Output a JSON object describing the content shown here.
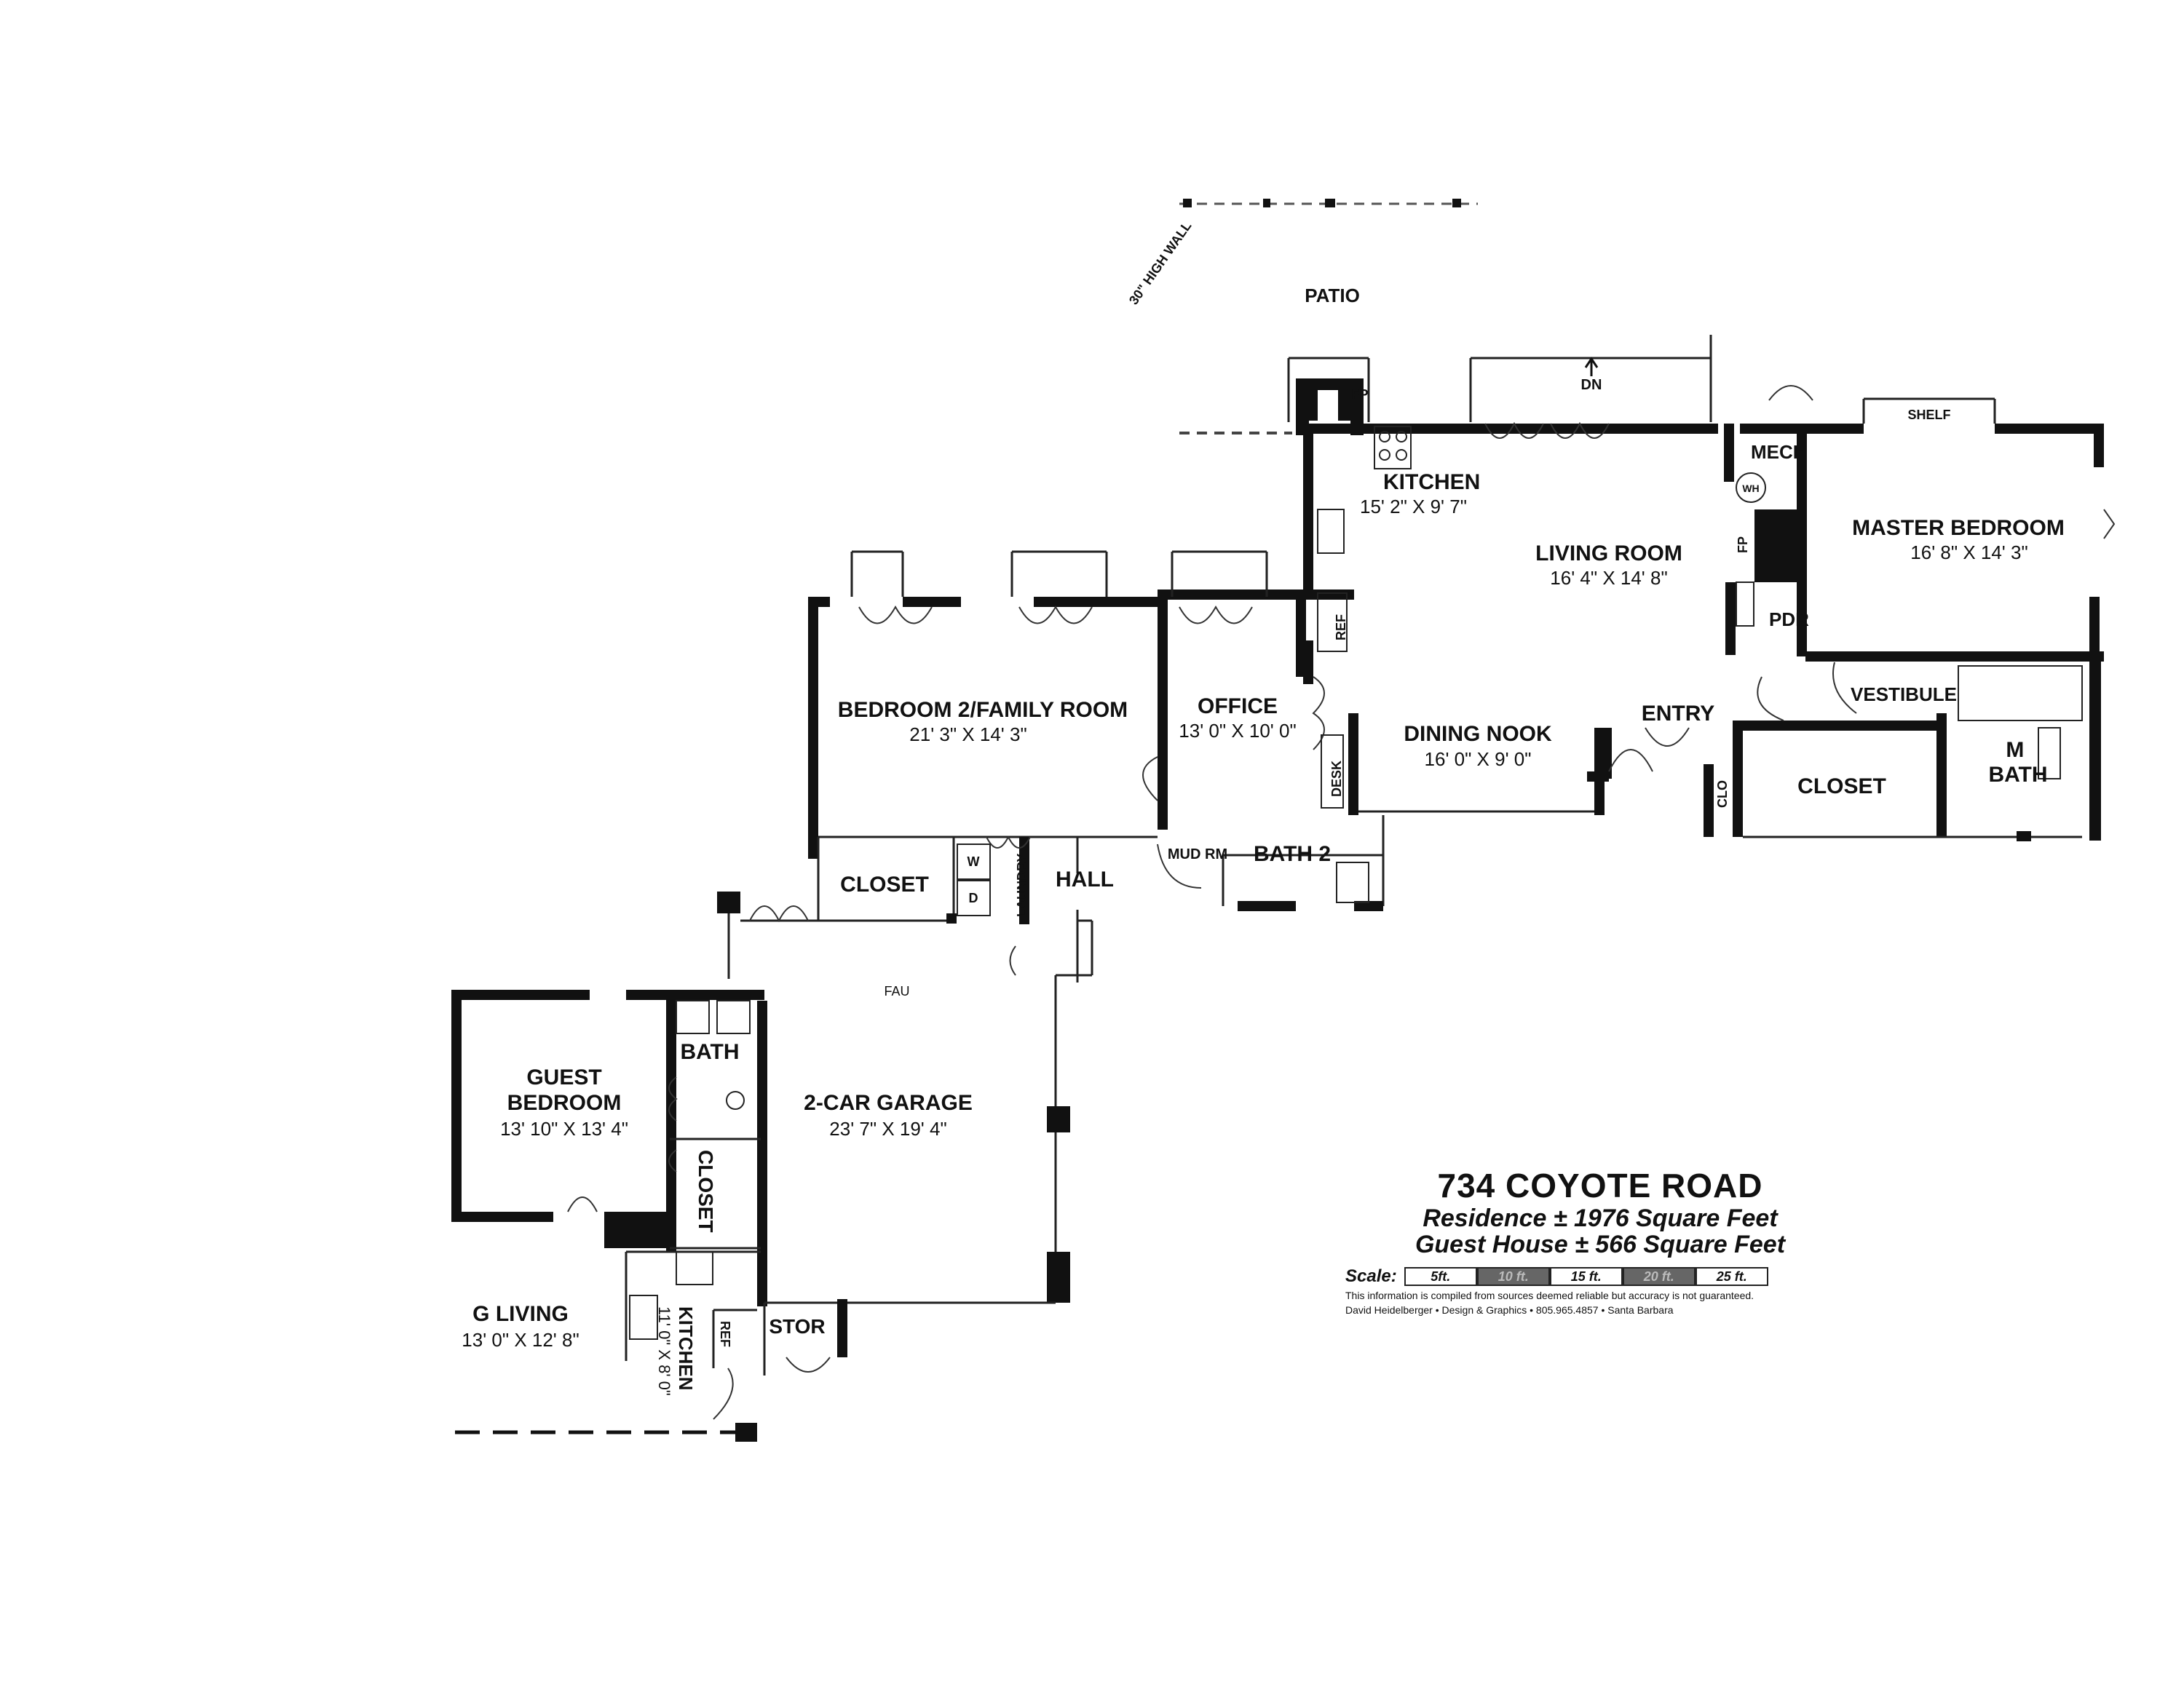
{
  "rooms": {
    "patio": "PATIO",
    "wall_note": "30\" HIGH WALL",
    "fp_top": "FP",
    "dn": "DN",
    "kitchen": {
      "name": "KITCHEN",
      "dim": "15' 2\" X 9' 7\""
    },
    "living": {
      "name": "LIVING ROOM",
      "dim": "16' 4\" X 14' 8\""
    },
    "mech": "MECH",
    "wh": "WH",
    "fp_side": "FP",
    "pdr": "PDR",
    "shelf": "SHELF",
    "master": {
      "name": "MASTER BEDROOM",
      "dim": "16' 8\" X 14' 3\""
    },
    "ref_main": "REF",
    "bedroom2": {
      "name": "BEDROOM 2/FAMILY ROOM",
      "dim": "21' 3\" X 14' 3\""
    },
    "office": {
      "name": "OFFICE",
      "dim": "13' 0\" X 10' 0\""
    },
    "dining": {
      "name": "DINING NOOK",
      "dim": "16' 0\" X 9' 0\""
    },
    "entry": "ENTRY",
    "vestibule": "VESTIBULE",
    "closet_master": "CLOSET",
    "clo": "CLO",
    "mbath": "M\nBATH",
    "desk": "DESK",
    "closet_hall": "CLOSET",
    "w": "W",
    "d": "D",
    "laundry": "LAUNDRY",
    "hall": "HALL",
    "mudrm": "MUD RM",
    "bath2": "BATH 2",
    "fau": "FAU",
    "garage": {
      "name": "2-CAR GARAGE",
      "dim": "23' 7\" X 19' 4\""
    },
    "guest_bed": {
      "name1": "GUEST",
      "name2": "BEDROOM",
      "dim": "13' 10\" X 13' 4\""
    },
    "bath_guest": "BATH",
    "closet_guest": "CLOSET",
    "g_living": {
      "name": "G LIVING",
      "dim": "13' 0\" X 12' 8\""
    },
    "kitchen_guest": {
      "name": "KITCHEN",
      "dim": "11' 0\" X 8' 0\""
    },
    "ref_guest": "REF",
    "stor": "STOR"
  },
  "title_block": {
    "address": "734 COYOTE ROAD",
    "residence": "Residence ± 1976 Square Feet",
    "guest_house": "Guest House ± 566 Square Feet",
    "scale_label": "Scale:",
    "scale_segments": [
      "5ft.",
      "10 ft.",
      "15 ft.",
      "20 ft.",
      "25 ft."
    ],
    "disclaimer": "This information is compiled from sources deemed reliable but accuracy is not guaranteed.",
    "credit": "David Heidelberger • Design & Graphics • 805.965.4857 • Santa Barbara"
  }
}
